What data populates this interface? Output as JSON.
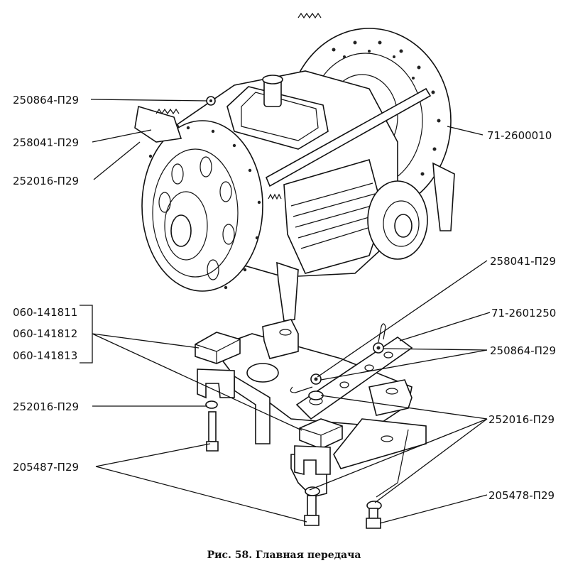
{
  "labels": {
    "l1": "250864-П29",
    "l2": "258041-П29",
    "l3": "252016-П29",
    "l4": "71-2600010",
    "l5": "258041-П29",
    "l6": "71-2601250",
    "l7": "250864-П29",
    "l8": "060-141811",
    "l9": "060-141812",
    "l10": "060-141813",
    "l11": "252016-П29",
    "l12": "252016-П29",
    "l13": "205487-П29",
    "l14": "205478-П29"
  },
  "caption": "Рис. 58. Главная передача"
}
